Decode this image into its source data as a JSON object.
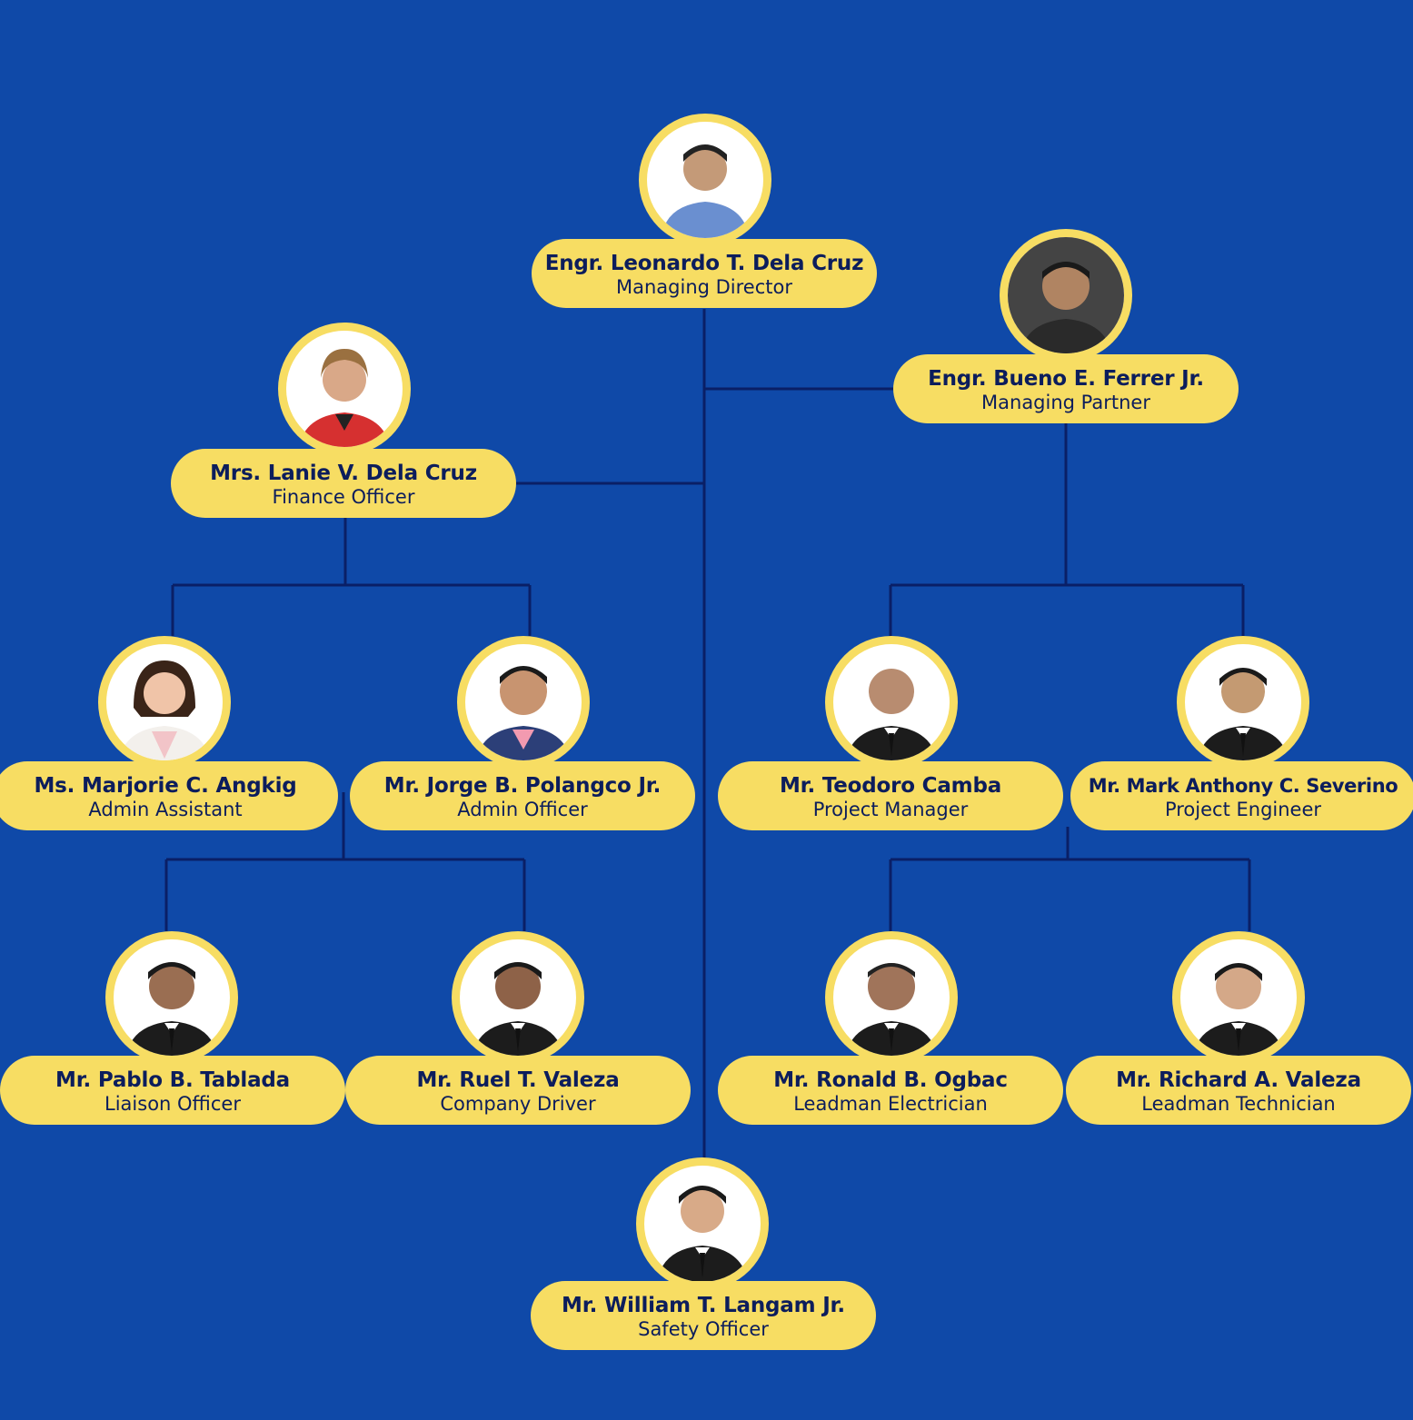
{
  "colors": {
    "background": "#0f49a8",
    "card": "#f7dd63",
    "text": "#0c1d5c",
    "connector": "#0a1f66"
  },
  "people": [
    {
      "id": "leonardo",
      "name": "Engr. Leonardo T. Dela Cruz",
      "role": "Managing Director",
      "icon": "person-photo-icon"
    },
    {
      "id": "bueno",
      "name": "Engr. Bueno E. Ferrer Jr.",
      "role": "Managing Partner",
      "icon": "person-photo-icon"
    },
    {
      "id": "lanie",
      "name": "Mrs. Lanie V. Dela Cruz",
      "role": "Finance Officer",
      "icon": "person-photo-icon"
    },
    {
      "id": "marjorie",
      "name": "Ms. Marjorie C. Angkig",
      "role": "Admin Assistant",
      "icon": "person-photo-icon"
    },
    {
      "id": "jorge",
      "name": "Mr. Jorge B. Polangco Jr.",
      "role": "Admin Officer",
      "icon": "person-photo-icon"
    },
    {
      "id": "teodoro",
      "name": "Mr. Teodoro Camba",
      "role": "Project Manager",
      "icon": "person-photo-icon"
    },
    {
      "id": "mark",
      "name": "Mr. Mark Anthony C. Severino",
      "role": "Project Engineer",
      "icon": "person-photo-icon"
    },
    {
      "id": "pablo",
      "name": "Mr. Pablo B. Tablada",
      "role": "Liaison Officer",
      "icon": "person-photo-icon"
    },
    {
      "id": "ruel",
      "name": "Mr. Ruel T. Valeza",
      "role": "Company Driver",
      "icon": "person-photo-icon"
    },
    {
      "id": "ronald",
      "name": "Mr. Ronald B. Ogbac",
      "role": "Leadman Electrician",
      "icon": "person-photo-icon"
    },
    {
      "id": "richard",
      "name": "Mr. Richard A. Valeza",
      "role": "Leadman Technician",
      "icon": "person-photo-icon"
    },
    {
      "id": "william",
      "name": "Mr. William T. Langam Jr.",
      "role": "Safety Officer",
      "icon": "person-photo-icon"
    }
  ]
}
